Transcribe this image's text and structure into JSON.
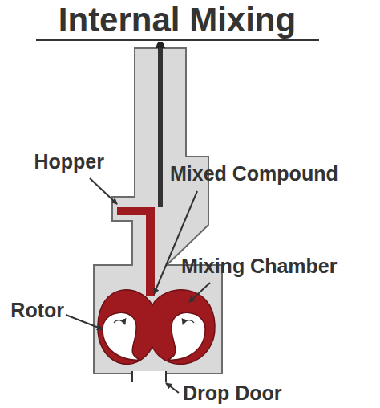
{
  "diagram": {
    "title": "Internal Mixing",
    "labels": [
      "Hopper",
      "Mixed Compound",
      "Mixing Chamber",
      "Rotor",
      "Drop Door"
    ]
  }
}
